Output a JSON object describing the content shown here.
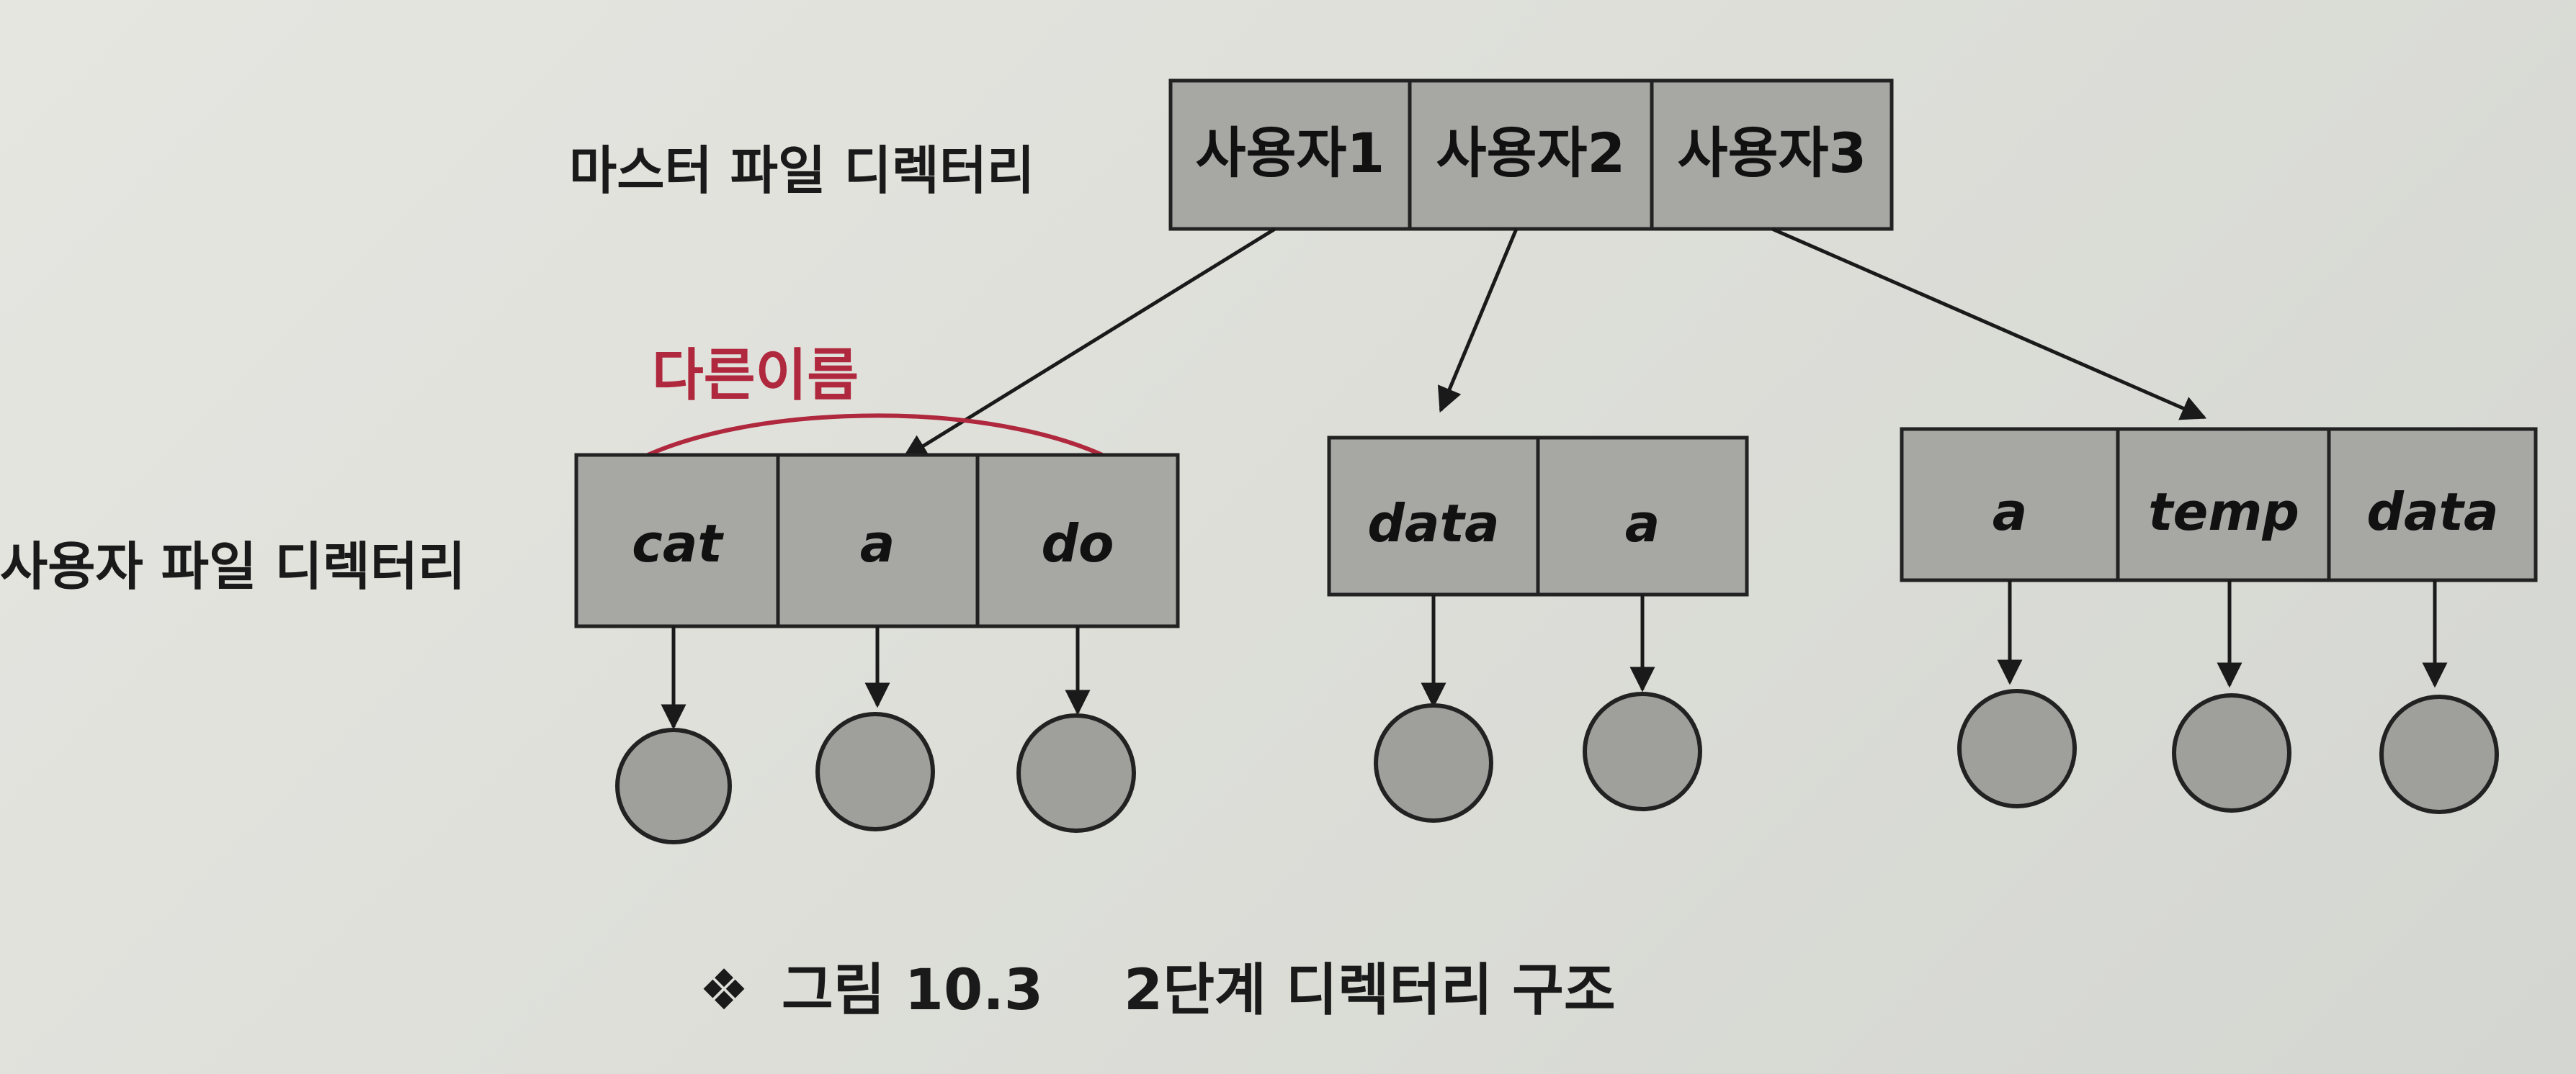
{
  "labels": {
    "master": "마스터 파일 디렉터리",
    "user": "사용자 파일 디렉터리"
  },
  "master_cells": [
    "사용자1",
    "사용자2",
    "사용자3"
  ],
  "user_dirs": [
    {
      "cells": [
        "cat",
        "a",
        "do"
      ]
    },
    {
      "cells": [
        "data",
        "a"
      ]
    },
    {
      "cells": [
        "a",
        "temp",
        "data"
      ]
    }
  ],
  "annotation": "다른이름",
  "caption": {
    "symbol": "❖",
    "figure": "그림 10.3",
    "title": "2단계 디렉터리 구조"
  },
  "colors": {
    "cell_fill": "#a7a8a4",
    "annotation": "#b0283d"
  }
}
